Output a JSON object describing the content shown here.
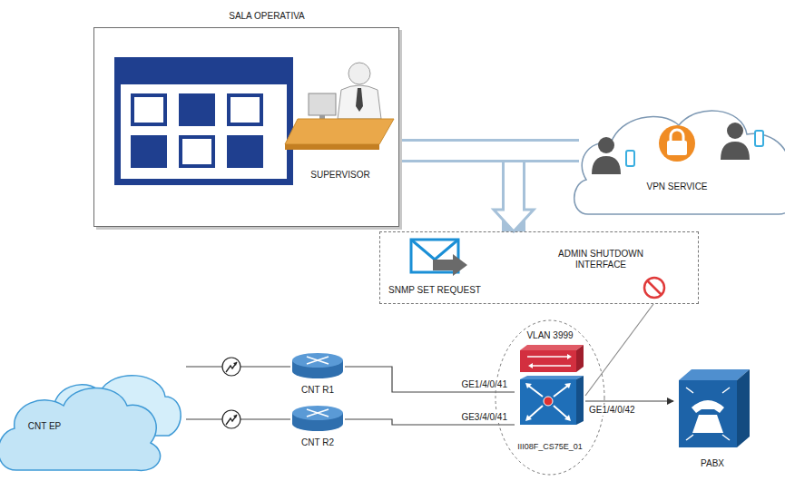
{
  "diagram": {
    "nodes": [
      {
        "text": [
          "SALA OPERATIVA"
        ]
      },
      {
        "text": [
          "SUPERVISOR"
        ],
        "in": 0
      },
      {
        "text": [
          "VPN SERVICE"
        ]
      },
      {
        "text": [
          "SNMP SET REQUEST",
          "ADMIN SHUTDOWN INTERFACE"
        ]
      },
      {
        "text": [
          "VLAN 3999"
        ]
      },
      {
        "text": [
          "III08F_CS75E_01"
        ],
        "in": 4
      },
      {
        "text": [
          "CNT EP"
        ]
      },
      {
        "text": [
          "CNT R1"
        ]
      },
      {
        "text": [
          "CNT R2"
        ]
      },
      {
        "text": [
          "PABX"
        ]
      }
    ],
    "edges": [
      {
        "from": 6,
        "to": 7,
        "arrow": "none"
      },
      {
        "from": 6,
        "to": 8,
        "arrow": "none"
      },
      {
        "from": 7,
        "to": 5,
        "label": "GE1/4/0/41",
        "arrow": "none"
      },
      {
        "from": 8,
        "to": 5,
        "label": "GE3/4/0/41",
        "arrow": "none"
      },
      {
        "from": 5,
        "to": 9,
        "label": "GE1/4/0/42",
        "arrow": "to"
      },
      {
        "from": 0,
        "to": 3,
        "arrow": "to"
      },
      {
        "from": 0,
        "to": 2,
        "arrow": "none"
      },
      {
        "from": 3,
        "to": 5,
        "arrow": "none"
      }
    ]
  }
}
